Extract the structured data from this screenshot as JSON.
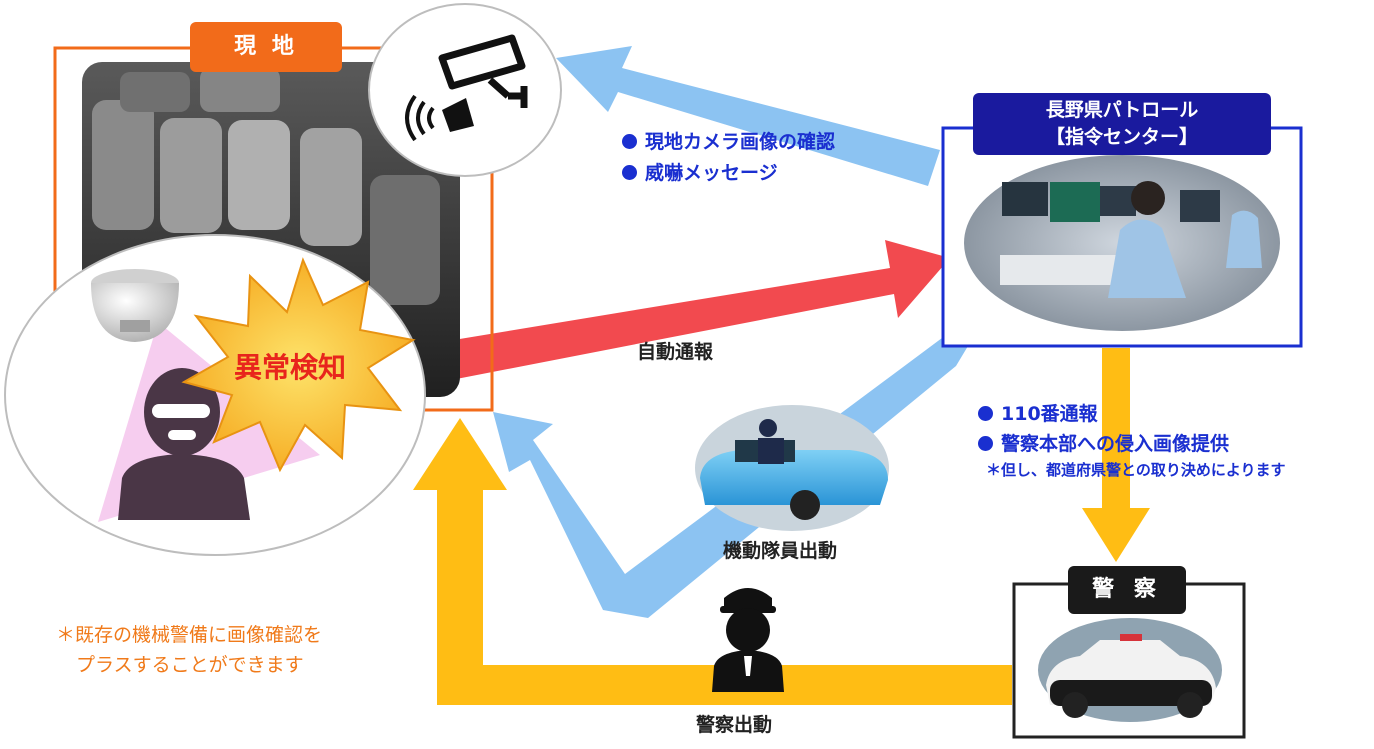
{
  "site": {
    "tag": "現 地"
  },
  "anomaly": {
    "label": "異常検知"
  },
  "center": {
    "title_line1": "長野県パトロール",
    "title_line2": "【指令センター】"
  },
  "police": {
    "tag": "警 察"
  },
  "camera_actions": [
    "現地カメラ画像の確認",
    "威嚇メッセージ"
  ],
  "auto_report": "自動通報",
  "police_actions": [
    "110番通報",
    "警察本部への侵入画像提供"
  ],
  "police_note": "＊但し、都道府県警との取り決めによります",
  "patrol_dispatch": "機動隊員出動",
  "police_dispatch": "警察出動",
  "footnote": {
    "line1": "＊既存の機械警備に画像確認を",
    "line2": "プラスすることができます"
  },
  "colors": {
    "orange": "#f26b1a",
    "blue_box": "#1a2fd0",
    "navy_tag": "#1a1a9e",
    "red_arrow": "#f24a4f",
    "light_blue_arrow": "#8cc3f2",
    "yellow_arrow": "#ffbd14",
    "note_orange": "#f07a1a"
  }
}
